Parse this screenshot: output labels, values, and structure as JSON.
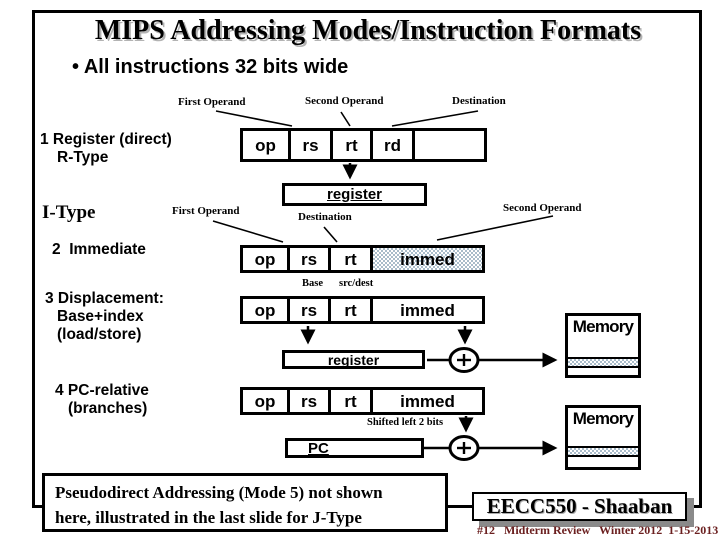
{
  "slide": {
    "title": "MIPS Addressing Modes/Instruction Formats",
    "bullet": "• All instructions 32 bits wide"
  },
  "rtype": {
    "first_operand": "First Operand",
    "second_operand": "Second Operand",
    "destination": "Destination",
    "row_label_line1": "1 Register (direct)",
    "row_label_line2": "R-Type",
    "fields": [
      "op",
      "rs",
      "rt",
      "rd",
      ""
    ],
    "register_box": "register"
  },
  "itype": {
    "section_label": "I-Type",
    "first_operand": "First Operand",
    "destination": "Destination",
    "second_operand": "Second Operand",
    "immediate": {
      "row_label": "2  Immediate",
      "fields": [
        "op",
        "rs",
        "rt",
        "immed"
      ]
    },
    "displacement": {
      "row_label_line1": "3 Displacement:",
      "row_label_line2": "Base+index",
      "row_label_line3": "(load/store)",
      "base_label": "Base",
      "srcdest_label": "src/dest",
      "fields": [
        "op",
        "rs",
        "rt",
        "immed"
      ],
      "register_box": "register",
      "memory_label": "Memory"
    },
    "pc_relative": {
      "row_label_line1": "4 PC-relative",
      "row_label_line2": "(branches)",
      "fields": [
        "op",
        "rs",
        "rt",
        "immed"
      ],
      "shifted_label": "Shifted left 2 bits",
      "pc_box": "PC",
      "memory_label": "Memory"
    }
  },
  "footer": {
    "note_line1": "Pseudodirect Addressing (Mode 5) not shown",
    "note_line2": "here, illustrated in the last slide for J-Type",
    "course_badge": "EECC550 - Shaaban",
    "slide_info": "#12   Midterm Review   Winter 2012  1-15-2013"
  },
  "colors": {
    "shade_fill": "#a9bcca",
    "slide_info_text": "#6b2020",
    "badge_shadow": "#8a8a8a"
  }
}
